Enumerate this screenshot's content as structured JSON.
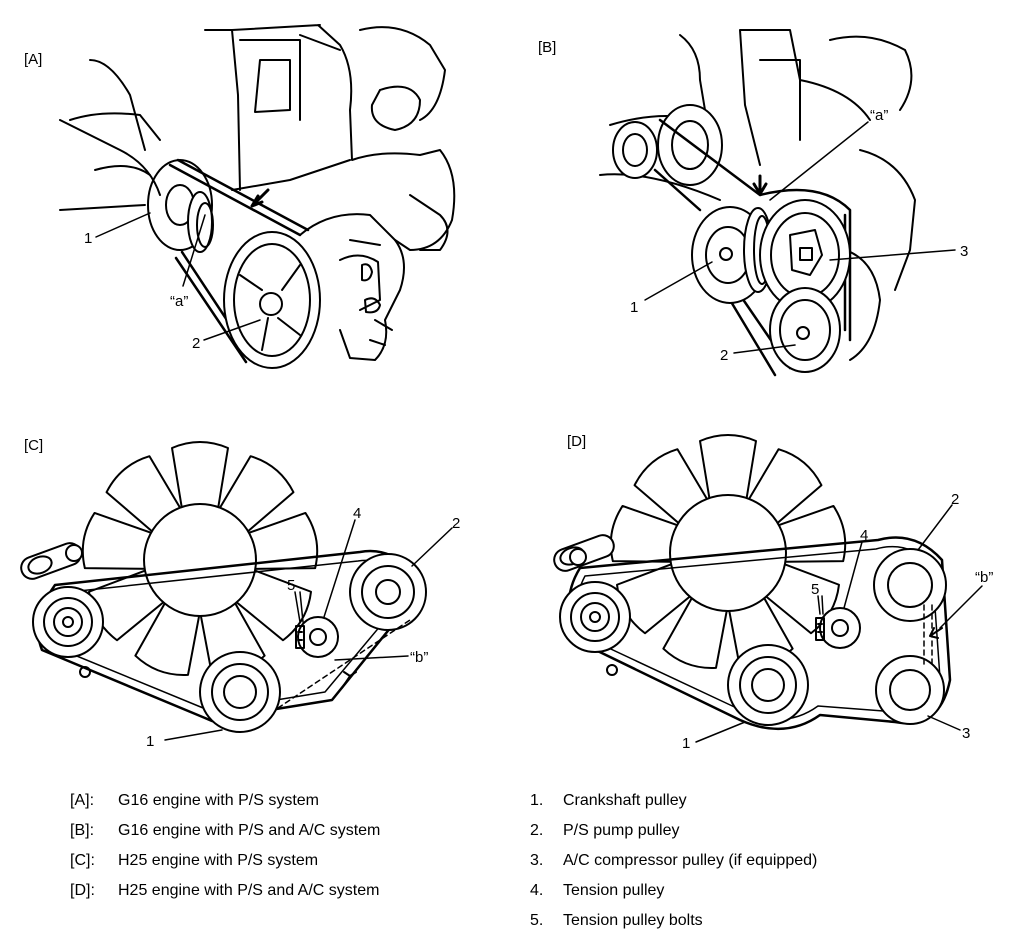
{
  "panels": {
    "a": {
      "label": "[A]",
      "callouts": {
        "n1": "1",
        "n2": "2",
        "a": "“a”"
      }
    },
    "b": {
      "label": "[B]",
      "callouts": {
        "n1": "1",
        "n2": "2",
        "n3": "3",
        "a": "“a”"
      }
    },
    "c": {
      "label": "[C]",
      "callouts": {
        "n1": "1",
        "n2": "2",
        "n4": "4",
        "n5": "5",
        "b": "“b”"
      }
    },
    "d": {
      "label": "[D]",
      "callouts": {
        "n1": "1",
        "n2": "2",
        "n3": "3",
        "n4": "4",
        "n5": "5",
        "b": "“b”"
      }
    }
  },
  "legend_engines": [
    {
      "key": "[A]:",
      "text": "G16 engine with P/S system"
    },
    {
      "key": "[B]:",
      "text": "G16 engine with P/S and A/C system"
    },
    {
      "key": "[C]:",
      "text": "H25 engine with P/S system"
    },
    {
      "key": "[D]:",
      "text": "H25 engine with P/S and A/C system"
    }
  ],
  "legend_parts": [
    {
      "key": "1.",
      "text": "Crankshaft pulley"
    },
    {
      "key": "2.",
      "text": "P/S pump pulley"
    },
    {
      "key": "3.",
      "text": "A/C compressor pulley (if equipped)"
    },
    {
      "key": "4.",
      "text": "Tension pulley"
    },
    {
      "key": "5.",
      "text": "Tension pulley bolts"
    }
  ]
}
